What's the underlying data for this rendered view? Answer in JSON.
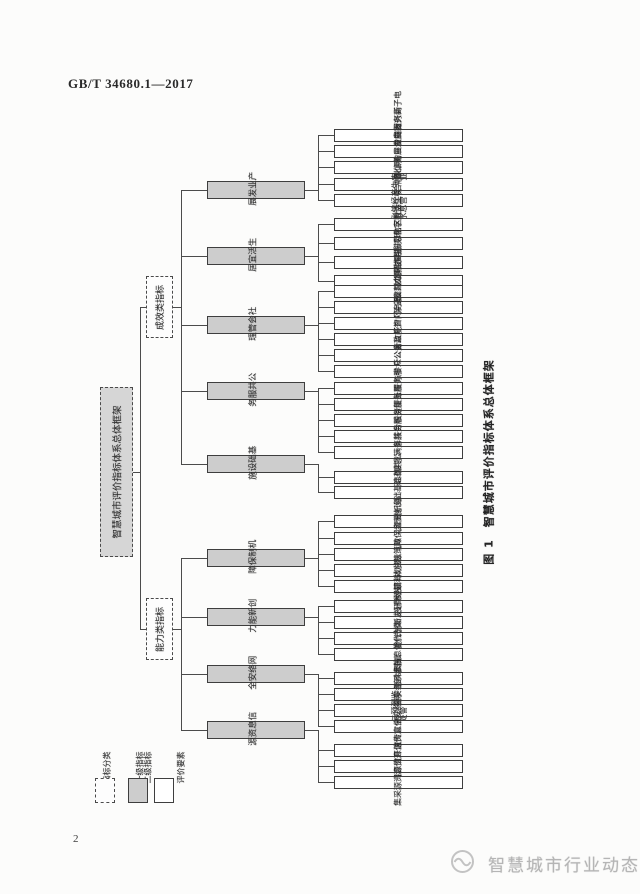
{
  "page": {
    "header": "GB/T 34680.1—2017",
    "page_number": "2",
    "caption": "图 1　智慧城市评价指标体系总体框架",
    "watermark_text": "智慧城市行业动态"
  },
  "tree": {
    "root": "智慧城市评价指标体系总体框架",
    "categories": [
      "成效类指标",
      "能力类指标"
    ],
    "groups": [
      {
        "label": "产业发展",
        "category": 0,
        "leaves": [
          "电子商务发展与应用水平",
          "新兴行业发展与应用水平",
          "面向企业的信息服务能力",
          "两化融合水平",
          "农业生产、经营信息化水平"
        ]
      },
      {
        "label": "生活宜居",
        "category": 0,
        "leaves": [
          "生活数字化程度",
          "社区信息服务水平",
          "环境质量监测能力",
          "生态环境改善程度"
        ]
      },
      {
        "label": "社会管理",
        "category": 0,
        "leaves": [
          "协同办理建成水平",
          "公共安全保障水平",
          "政务门户开放度",
          "智能监管度",
          "政务公开度",
          "公众参与度"
        ]
      },
      {
        "label": "公共服务",
        "category": 0,
        "leaves": [
          "服务覆盖度",
          "服务便捷度",
          "服务融合度",
          "服务共享度",
          "服务满意度"
        ]
      },
      {
        "label": "基础设施",
        "category": 0,
        "leaves": [
          "公共基础设施",
          "信息基础设施"
        ]
      },
      {
        "label": "机制保障",
        "category": 1,
        "leaves": [
          "组织管理机制",
          "资金保障机制",
          "政策法规",
          "标准体系",
          "规划与建设方案"
        ]
      },
      {
        "label": "创新能力",
        "category": 1,
        "leaves": [
          "科研经费投入占比",
          "技术研发与创新能力",
          "模式创新",
          "新一代信息技术应用"
        ]
      },
      {
        "label": "网络安全",
        "category": 1,
        "leaves": [
          "管理制度安全",
          "信息系统安全可控度",
          "监测、预警与处置",
          "网络安全宣传教育"
        ]
      },
      {
        "label": "信息资源",
        "category": 1,
        "leaves": [
          "信息资源开发利用",
          "信息资源共享",
          "信息资源采集"
        ]
      }
    ]
  },
  "legend": {
    "items": [
      {
        "style": "dashed",
        "label": "指标分类"
      },
      {
        "style": "gray",
        "label": "一级指标"
      },
      {
        "style": "white",
        "label": "二级指标",
        "label2": "评价要素"
      }
    ]
  },
  "colors": {
    "level1_fill": "#cdcdcd",
    "root_fill": "#d6d6d6",
    "line": "#4b4b4b",
    "text": "#2e2e2e",
    "watermark": "#b5b5b5"
  }
}
